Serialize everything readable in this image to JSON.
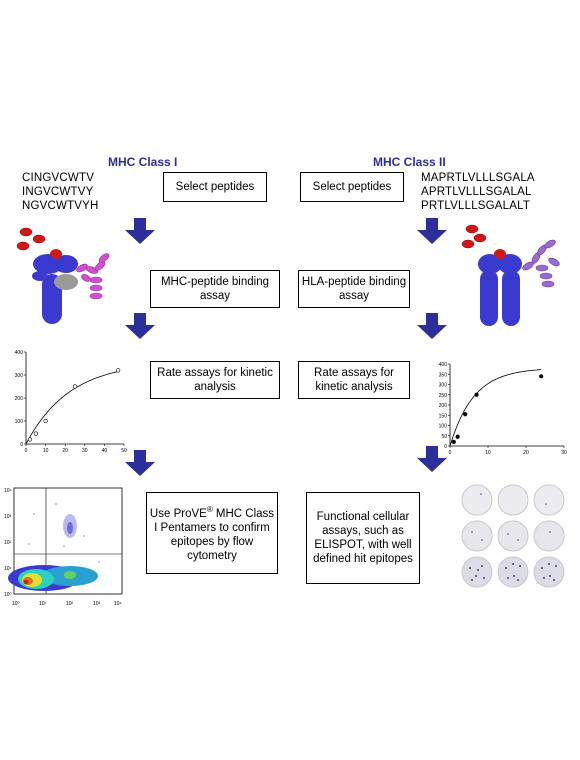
{
  "left": {
    "title": "MHC Class I",
    "peptides": [
      "CINGVCWTV",
      "INGVCWTVY",
      "NGVCWTVYH"
    ],
    "steps": [
      "Select peptides",
      "MHC-peptide binding assay",
      "Rate assays for kinetic analysis"
    ],
    "final_step": {
      "pre": "Use ProVE",
      "sup": "®",
      "post": " MHC Class I Pentamers to confirm epitopes by flow cytometry"
    }
  },
  "right": {
    "title": "MHC Class II",
    "peptides": [
      "MAPRTLVLLLSGALA",
      "APRTLVLLLSGALAL",
      "PRTLVLLLSGALALT"
    ],
    "steps": [
      "Select peptides",
      "HLA-peptide binding assay",
      "Rate assays for kinetic analysis",
      "Functional cellular assays, such as ELISPOT, with well defined hit epitopes"
    ]
  },
  "colors": {
    "arrow": "#2b2f9a",
    "mhc": "#3a3ad0",
    "peptide": "#d01818",
    "tcr_left": "#d050d0",
    "tcr_right": "#9a6ad0"
  },
  "chart_data": [
    {
      "type": "line",
      "x": [
        2,
        5,
        10,
        25,
        47
      ],
      "y": [
        20,
        45,
        100,
        250,
        320
      ],
      "xticks": [
        "0",
        "10",
        "20",
        "30",
        "40",
        "50"
      ],
      "yticks": [
        "0",
        "100",
        "200",
        "300",
        "400"
      ],
      "xlim": [
        0,
        50
      ],
      "ylim": [
        0,
        400
      ]
    },
    {
      "type": "line",
      "x": [
        1,
        2,
        4,
        7,
        24
      ],
      "y": [
        20,
        45,
        155,
        250,
        340
      ],
      "xticks": [
        "0",
        "10",
        "20",
        "30"
      ],
      "yticks": [
        "0",
        "50",
        "100",
        "150",
        "200",
        "250",
        "300",
        "350",
        "400"
      ],
      "xlim": [
        0,
        30
      ],
      "ylim": [
        0,
        400
      ]
    }
  ],
  "flow_ticks": {
    "x": [
      "10⁰",
      "10¹",
      "10²",
      "10³",
      "10⁴"
    ],
    "y": [
      "10⁰",
      "10¹",
      "10²",
      "10³",
      "10⁴"
    ]
  }
}
